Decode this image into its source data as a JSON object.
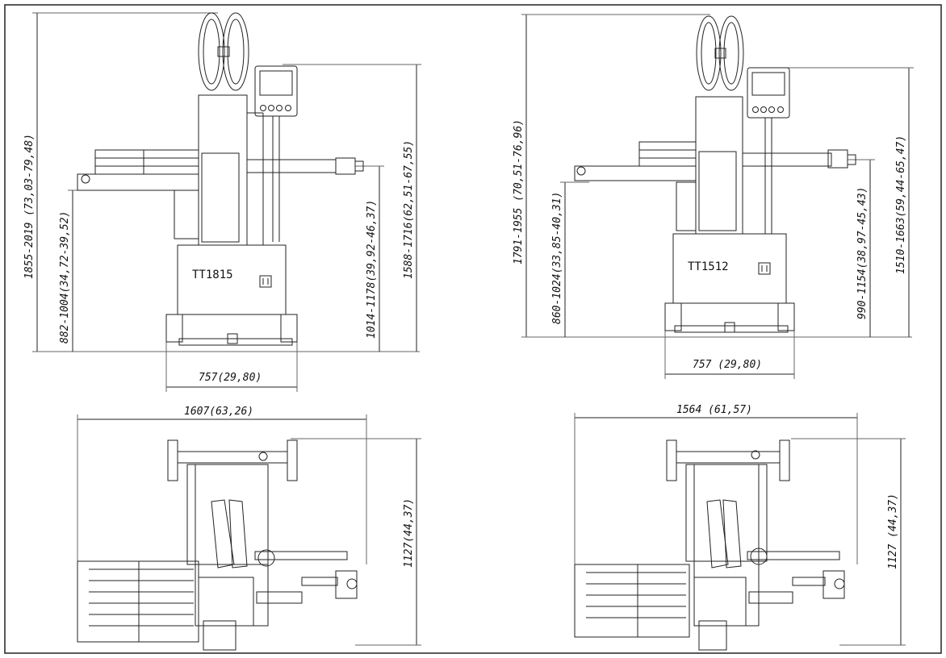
{
  "drawing_border": {
    "color": "#222222"
  },
  "views": [
    {
      "model": "TT1815",
      "elevation": {
        "total_height": "1855-2019 (73,03-79,48)",
        "table_height": "882-1004(34,72-39,52)",
        "arm_height": "1014-1178(39,92-46,37)",
        "panel_height": "1588-1716(62,51-67,55)",
        "base_width": "757(29,80)"
      },
      "plan": {
        "overall_width": "1607(63,26)",
        "depth": "1127(44,37)"
      }
    },
    {
      "model": "TT1512",
      "elevation": {
        "total_height": "1791-1955  (70,51-76,96)",
        "table_height": "860-1024(33,85-40,31)",
        "arm_height": "990-1154(38,97-45,43)",
        "panel_height": "1510-1663(59,44-65,47)",
        "base_width": "757  (29,80)"
      },
      "plan": {
        "overall_width": "1564  (61,57)",
        "depth": "1127  (44,37)"
      }
    }
  ]
}
